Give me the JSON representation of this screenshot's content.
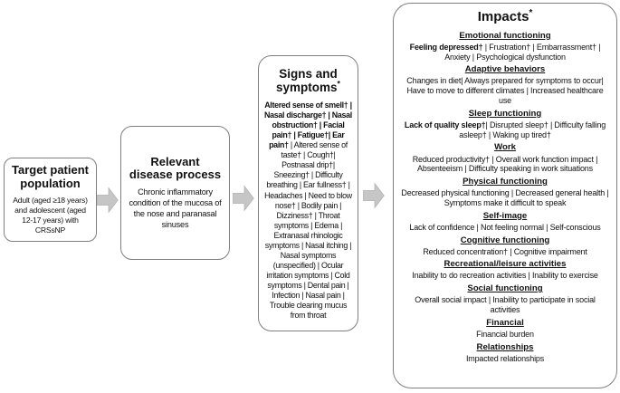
{
  "colors": {
    "arrow_fill": "#c6c6c6",
    "arrow_edge": "#b0b0b0"
  },
  "box1": {
    "title": "Target patient population",
    "body": "Adult (aged ≥18 years) and adolescent (aged 12-17 years) with CRSsNP"
  },
  "box2": {
    "title": "Relevant disease process",
    "body": "Chronic inflammatory condition of the mucosa of the nose and paranasal sinuses"
  },
  "box3": {
    "title": "Signs and symptoms",
    "title_sup": "*",
    "symptoms_bold": "Altered sense of smell† | Nasal discharge† | Nasal obstruction† | Facial pain† | Fatigue†| Ear pain†",
    "symptoms_rest": " | Altered sense of taste† | Cough†| Postnasal drip†| Sneezing† | Difficulty breathing | Ear fullness† | Headaches | Need to blow nose† | Bodily pain | Dizziness† | Throat symptoms | Edema | Extranasal rhinologic symptoms | Nasal itching | Nasal symptoms (unspecified) | Ocular irritation symptoms | Cold symptoms | Dental pain | Infection | Nasal pain | Trouble clearing mucus from throat"
  },
  "box4": {
    "title": "Impacts",
    "title_sup": "*",
    "sections": [
      {
        "heading": "Emotional functioning",
        "bold": "Feeling depressed†",
        "text": " | Frustration† | Embarrassment† | Anxiety | Psychological dysfunction"
      },
      {
        "heading": "Adaptive behaviors",
        "bold": "",
        "text": "Changes in diet| Always prepared for symptoms to occur| Have to move to different climates | Increased healthcare use"
      },
      {
        "heading": "Sleep functioning",
        "bold": "Lack of quality sleep†",
        "text": "| Disrupted sleep† | Difficulty falling asleep† | Waking up tired†"
      },
      {
        "heading": "Work",
        "bold": "",
        "text": "Reduced productivity† | Overall work function impact | Absenteeism | Difficulty speaking in work situations"
      },
      {
        "heading": "Physical functioning",
        "bold": "",
        "text": "Decreased physical functioning | Decreased general health | Symptoms make it difficult to speak"
      },
      {
        "heading": "Self-image",
        "bold": "",
        "text": "Lack of confidence | Not feeling normal | Self-conscious"
      },
      {
        "heading": "Cognitive functioning",
        "bold": "",
        "text": "Reduced concentration† | Cognitive impairment"
      },
      {
        "heading": "Recreational/leisure activities",
        "bold": "",
        "text": "Inability to do recreation activities | Inability to exercise"
      },
      {
        "heading": "Social functioning",
        "bold": "",
        "text": "Overall social impact | Inability to participate in social activities"
      },
      {
        "heading": "Financial",
        "bold": "",
        "text": "Financial burden"
      },
      {
        "heading": "Relationships",
        "bold": "",
        "text": "Impacted relationships"
      }
    ]
  }
}
